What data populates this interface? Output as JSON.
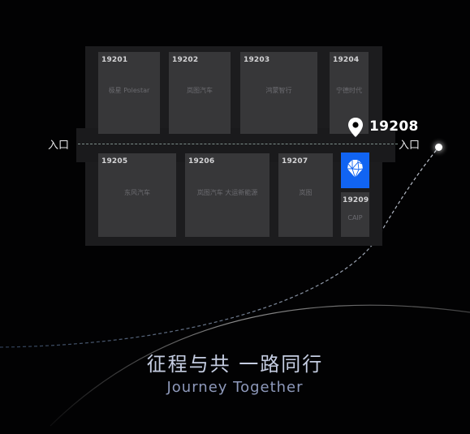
{
  "entrances": {
    "left": "入口",
    "right": "入口"
  },
  "highlight": {
    "booth_number": "19208",
    "icon": "diamond-logo-icon",
    "marker_icon": "map-pin-icon",
    "color": "#1164f2"
  },
  "booths": [
    {
      "number": "19201",
      "name": "极星 Polestar"
    },
    {
      "number": "19202",
      "name": "岚图汽车"
    },
    {
      "number": "19203",
      "name": "鸿蒙智行"
    },
    {
      "number": "19204",
      "name": "宁德时代"
    },
    {
      "number": "19205",
      "name": "东风汽车"
    },
    {
      "number": "19206",
      "name": "岚图汽车  大运新能源"
    },
    {
      "number": "19207",
      "name": "岚图"
    },
    {
      "number": "19209",
      "name": "CAIP"
    }
  ],
  "slogan": {
    "cn": "征程与共  一路同行",
    "en": "Journey Together"
  }
}
